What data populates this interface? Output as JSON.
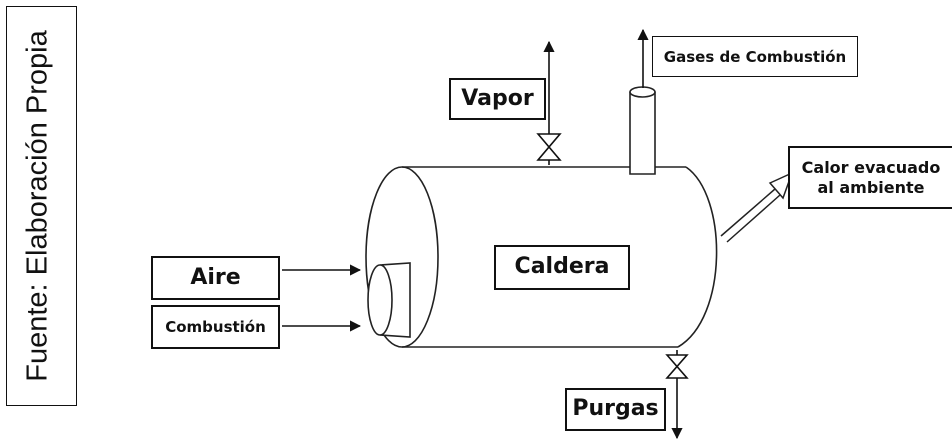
{
  "source_note": "Fuente: Elaboración Propia",
  "labels": {
    "vapor": "Vapor",
    "gases": "Gases de Combustión",
    "calor_line1": "Calor evacuado",
    "calor_line2": "al ambiente",
    "aire": "Aire",
    "combustion": "Combustión",
    "caldera": "Caldera",
    "purgas": "Purgas"
  }
}
